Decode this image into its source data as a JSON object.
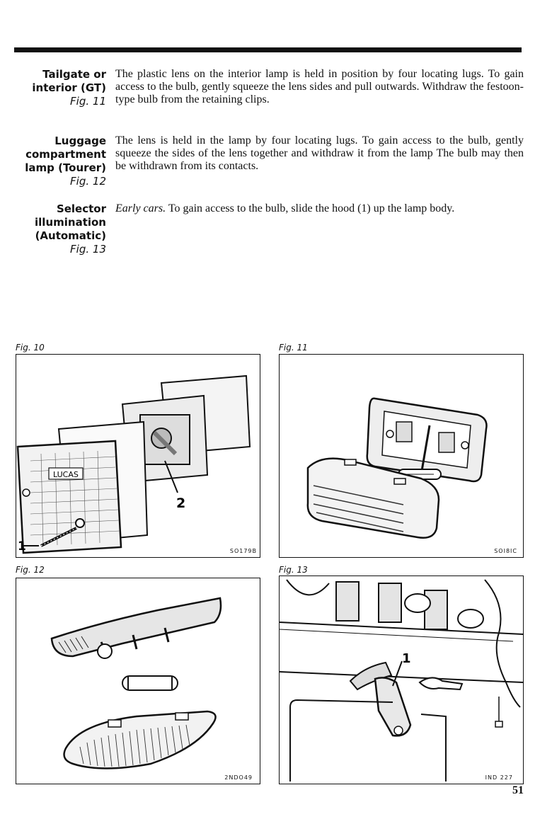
{
  "sections": [
    {
      "heading": [
        "Tailgate or",
        "interior (GT)"
      ],
      "fig": "Fig. 11",
      "text": "The plastic lens on the interior lamp is held in position by four locating lugs. To gain access to the bulb, gently squeeze the lens sides and pull outwards. Withdraw the festoon-type bulb from the retaining clips."
    },
    {
      "heading": [
        "Luggage",
        "compartment",
        "lamp (Tourer)"
      ],
      "fig": "Fig. 12",
      "text": "The lens is held in the lamp by four locating lugs. To gain access to the bulb, gently squeeze the sides of the lens together and withdraw it from the lamp The bulb may then be withdrawn from its contacts."
    },
    {
      "heading": [
        "Selector",
        "illumination",
        "(Automatic)"
      ],
      "fig": "Fig. 13",
      "text_italic": "Early cars.",
      "text": " To gain access to the bulb, slide the hood (1) up the lamp body."
    }
  ],
  "figures": [
    {
      "label": "Fig. 10",
      "code": "SO179B",
      "callouts": [
        "1",
        "2"
      ],
      "brand": "LUCAS"
    },
    {
      "label": "Fig. 11",
      "code": "SOI8IC"
    },
    {
      "label": "Fig. 12",
      "code": "2NDO49"
    },
    {
      "label": "Fig. 13",
      "code": "IND 227",
      "callouts": [
        "1"
      ]
    }
  ],
  "page_number": "51"
}
